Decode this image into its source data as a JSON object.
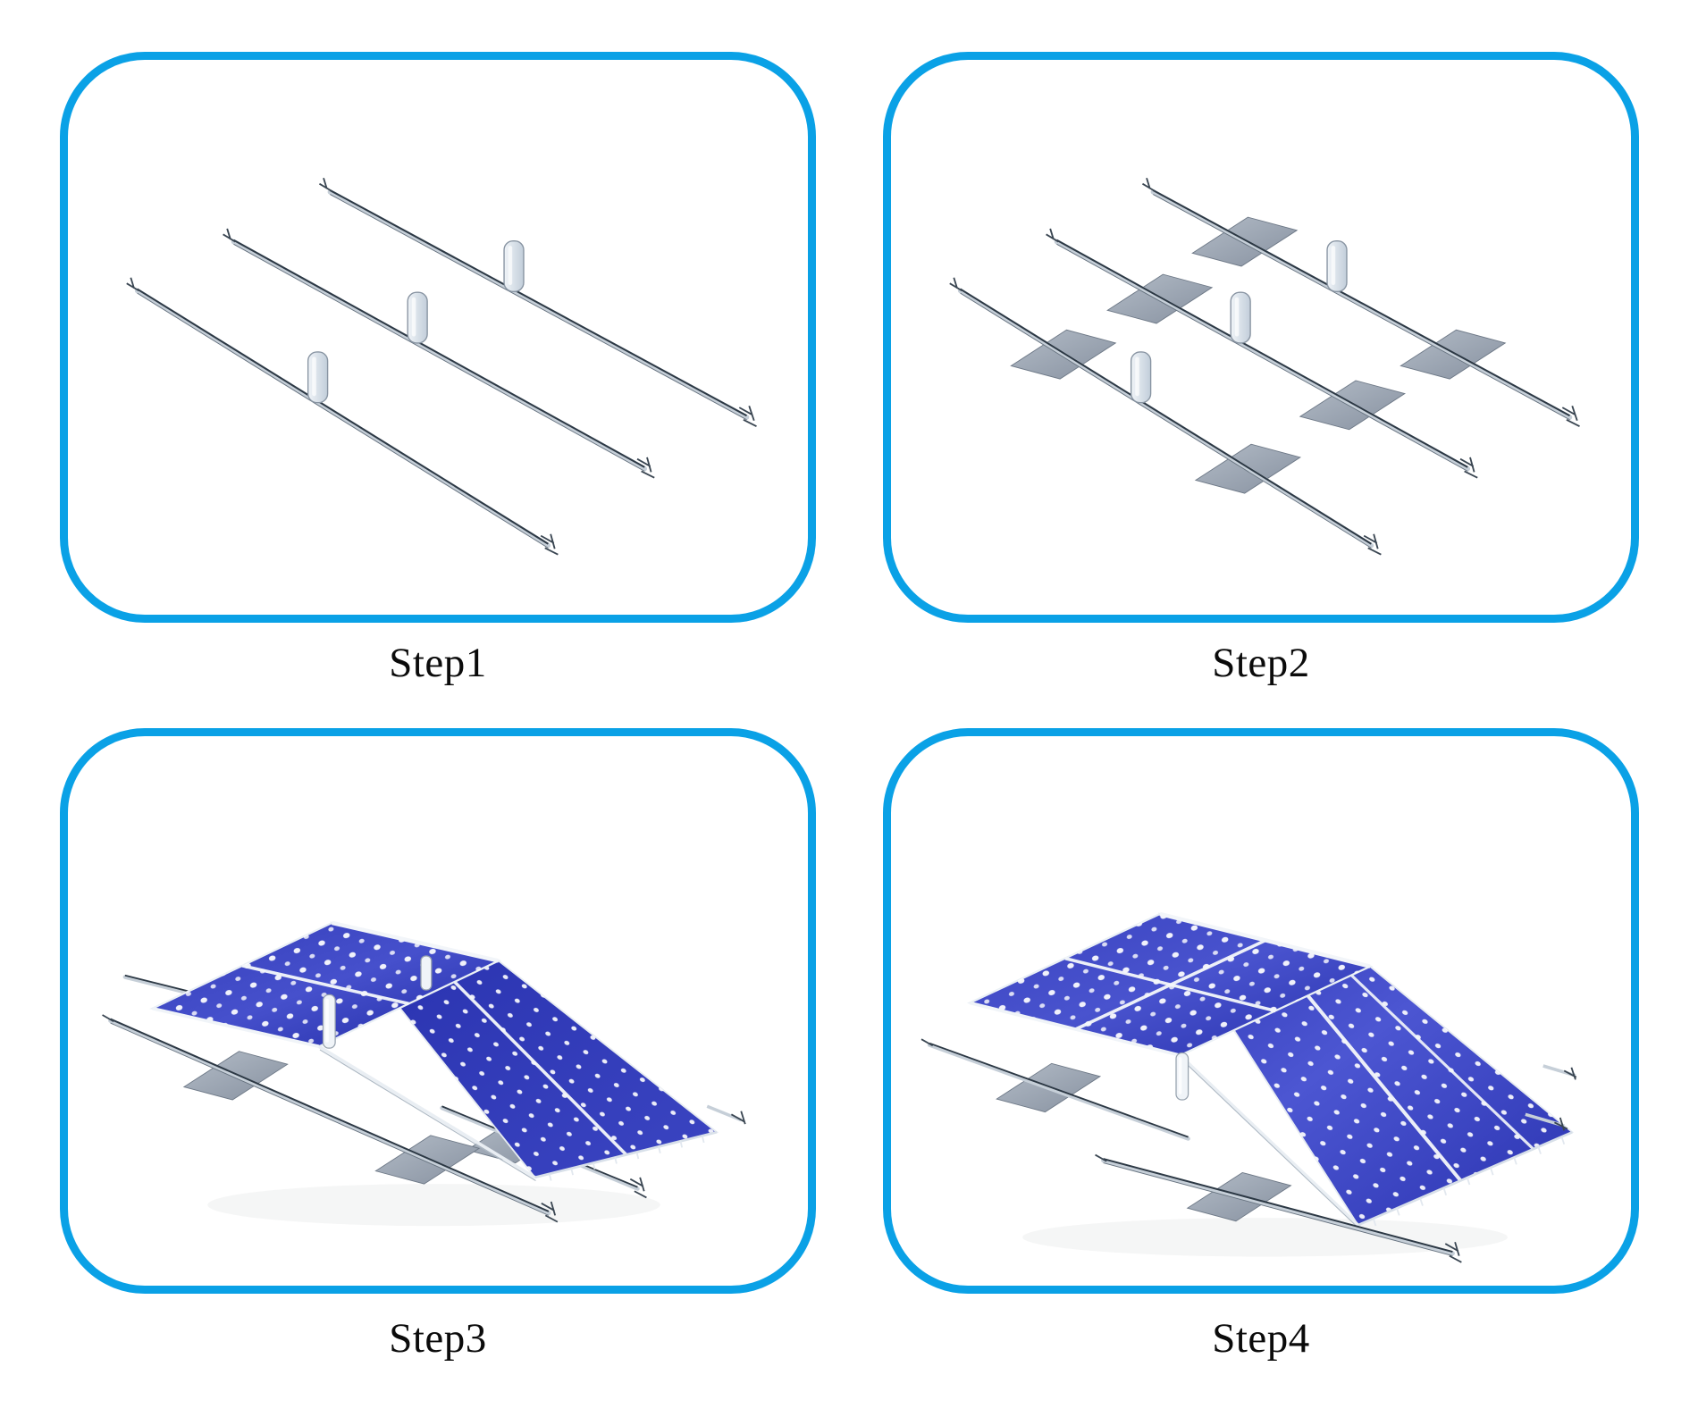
{
  "page": {
    "background": "#ffffff"
  },
  "colors": {
    "card_border": "#0AA1E6",
    "label_text": "#0b0b0b",
    "panel_blue": "#3A43C2",
    "panel_blue_dark": "#2028A4",
    "pad_gray": "#9AA4B1",
    "rail_metal": "#C6CFD8",
    "rail_edge": "#2C3844",
    "support_white": "#F0F4F8"
  },
  "steps": [
    {
      "label": "Step1",
      "alt": "Three mounting rails with clamp pins laid in parallel"
    },
    {
      "label": "Step2",
      "alt": "Mounting rails with flat ballast pads slid underneath"
    },
    {
      "label": "Step3",
      "alt": "Solar panels being mounted on the ridge structure"
    },
    {
      "label": "Step4",
      "alt": "Completed east-west tilted solar panel array"
    }
  ]
}
